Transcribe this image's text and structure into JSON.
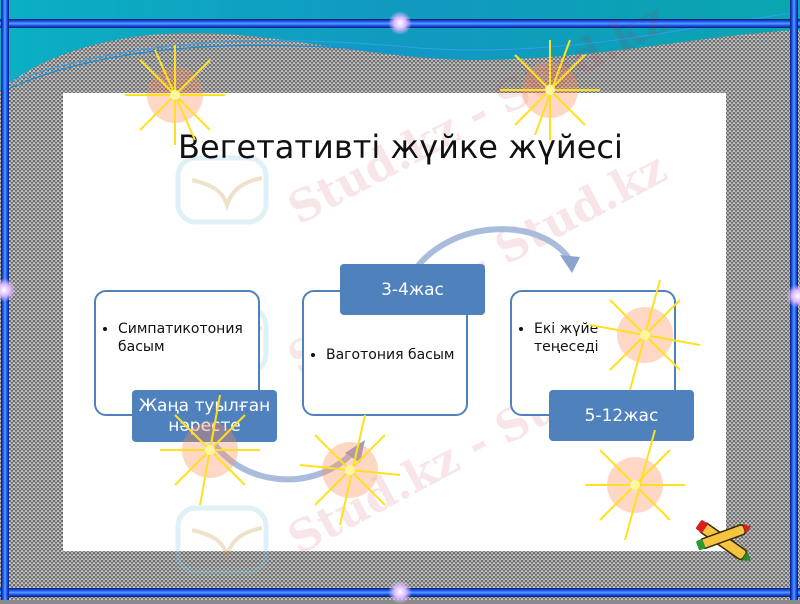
{
  "slide": {
    "title": "Вегетативті жүйке жүйесі",
    "watermark": "Stud.kz - Stud.kz",
    "colors": {
      "accent_blue": "#4f81bd",
      "frame_blue": "#1e5cff",
      "teal": "#0e9fb5",
      "arrow": "#a9bcdc"
    }
  },
  "diagram": {
    "stages": [
      {
        "label": "Жаңа туылған нәресте",
        "bullet": "Симпатикотония басым"
      },
      {
        "label": "3-4жас",
        "bullet": "Ваготония басым"
      },
      {
        "label": "5-12жас",
        "bullet": "Екі жүйе теңеседі"
      }
    ]
  },
  "icons": {
    "decoration": [
      "sparkle-star",
      "pencils-clipart",
      "hummingbird-logo"
    ]
  }
}
